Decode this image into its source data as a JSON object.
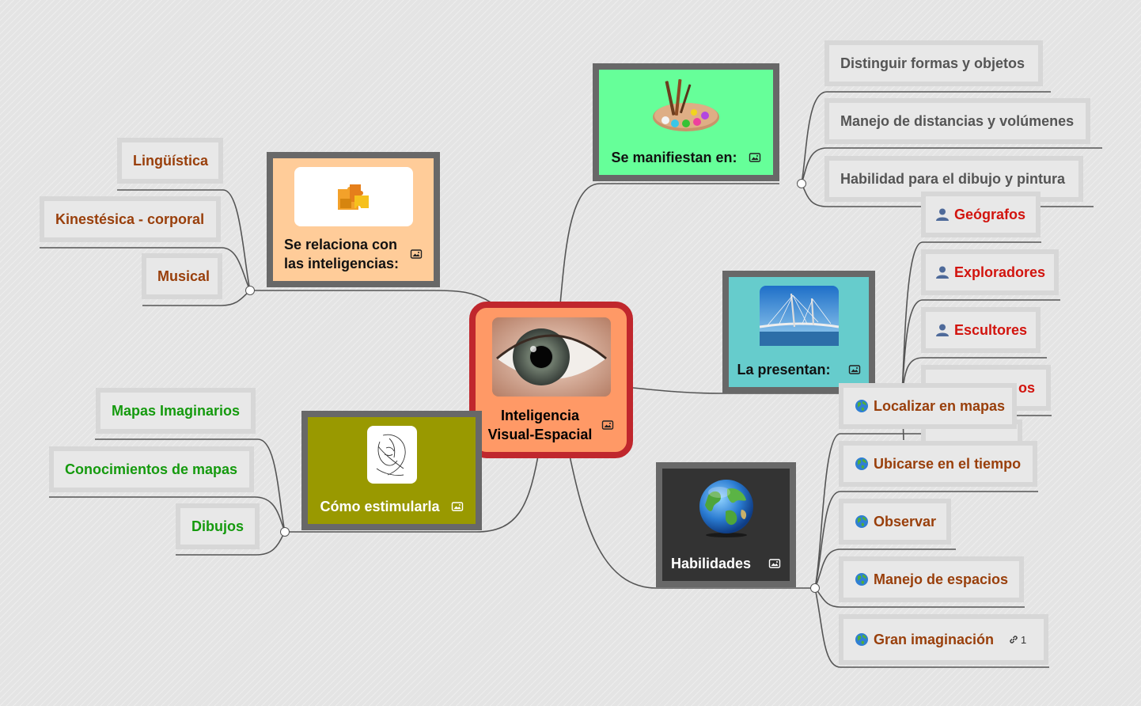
{
  "central": {
    "label": "Inteligencia\nVisual-Espacial"
  },
  "branches": {
    "relaciona": {
      "label": "Se relaciona con\nlas inteligencias:",
      "fill": "#ffcc99",
      "children": [
        "Lingüística",
        "Kinestésica - corporal",
        "Musical"
      ]
    },
    "estimular": {
      "label": "Cómo estimularla",
      "fill": "#999900",
      "children": [
        "Mapas Imaginarios",
        "Conocimientos de mapas",
        "Dibujos"
      ]
    },
    "manifiestan": {
      "label": "Se manifiestan en:",
      "fill": "#66ff99",
      "children": [
        "Distinguir formas y objetos",
        "Manejo de distancias y volúmenes",
        "Habilidad para el dibujo y pintura"
      ]
    },
    "presentan": {
      "label": "La presentan:",
      "fill": "#66cccc",
      "children": [
        "Geógrafos",
        "Exploradores",
        "Escultores",
        "os"
      ]
    },
    "habilidades": {
      "label": "Habilidades",
      "fill": "#333333",
      "children": [
        "Localizar en mapas",
        "Ubicarse en el tiempo",
        "Observar",
        "Manejo de espacios",
        "Gran imaginación"
      ],
      "link_count": "1"
    }
  },
  "colors": {
    "leaf_tan": "#993f0b",
    "leaf_green": "#159a0e",
    "leaf_grey": "#555555",
    "leaf_red": "#d2140e",
    "central_border": "#c0272d",
    "central_fill": "#ff9966"
  },
  "icons": {
    "node_image": "image-icon",
    "person": "person-icon",
    "globe": "globe-icon",
    "link": "link-icon"
  }
}
